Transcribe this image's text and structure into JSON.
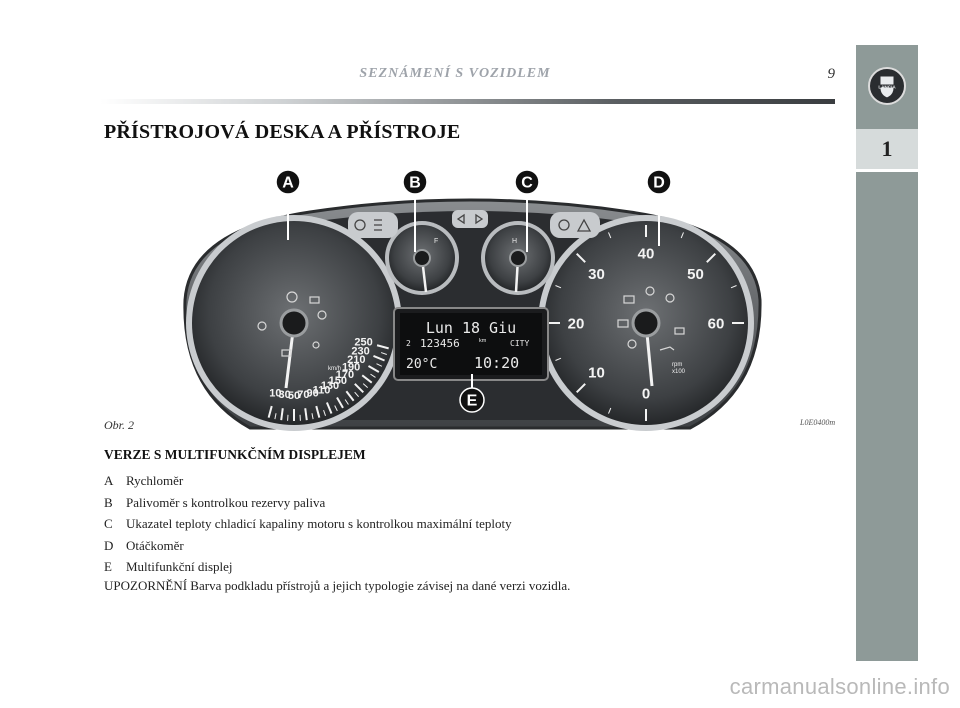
{
  "header": {
    "running_head": "SEZNÁMENÍ S VOZIDLEM",
    "page_number": "9"
  },
  "side_tab": {
    "logo": "LANCIA",
    "chapter_number": "1"
  },
  "section_title": "PŘÍSTROJOVÁ DESKA A PŘÍSTROJE",
  "figure": {
    "callouts": [
      "A",
      "B",
      "C",
      "D",
      "E"
    ],
    "speedometer_ticks": [
      "10",
      "30",
      "50",
      "70",
      "90",
      "110",
      "130",
      "150",
      "170",
      "190",
      "210",
      "230",
      "250"
    ],
    "speedometer_unit": "km/h",
    "tachometer_ticks": [
      "0",
      "10",
      "20",
      "30",
      "40",
      "50",
      "60"
    ],
    "tachometer_unit_line1": "rpm",
    "tachometer_unit_line2": "x100",
    "fuel_label": "F",
    "temp_label": "H",
    "display": {
      "line1": "Lun 18 Giu",
      "gear": "2",
      "odometer": "123456",
      "odometer_unit": "km",
      "mode": "CITY",
      "temperature": "20°C",
      "time": "10:20"
    },
    "caption": "Obr. 2",
    "code": "L0E0400m"
  },
  "subhead": "VERZE S MULTIFUNKČNÍM DISPLEJEM",
  "legend": [
    {
      "key": "A",
      "text": "Rychloměr"
    },
    {
      "key": "B",
      "text": "Palivoměr s kontrolkou rezervy paliva"
    },
    {
      "key": "C",
      "text": "Ukazatel teploty chladicí kapaliny motoru s kontrolkou maximální teploty"
    },
    {
      "key": "D",
      "text": "Otáčkoměr"
    },
    {
      "key": "E",
      "text": "Multifunkční displej"
    }
  ],
  "note": "UPOZORNĚNÍ Barva podkladu přístrojů a jejich typologie závisej na dané verzi vozidla.",
  "footer": "carmanualsonline.info"
}
